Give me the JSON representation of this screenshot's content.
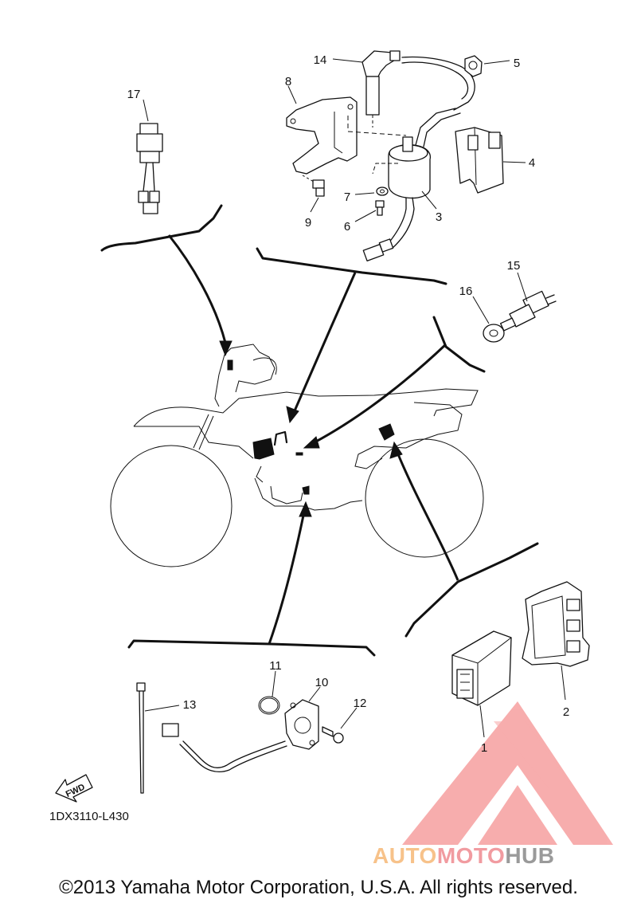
{
  "callouts": [
    "1",
    "2",
    "3",
    "4",
    "5",
    "6",
    "7",
    "8",
    "9",
    "10",
    "11",
    "12",
    "13",
    "14",
    "15",
    "16",
    "17"
  ],
  "diagram_code": "1DX3110-L430",
  "fwd_label": "FWD",
  "copyright": "©2013 Yamaha Motor Corporation, U.S.A. All rights reserved.",
  "watermark": {
    "part1": "AUTO",
    "part2": "MOTO",
    "part3": "HUB",
    "colors": {
      "auto": "#f7c28a",
      "moto": "#f19ba0",
      "hub": "#9a9a9a",
      "logo": "#f26b6b"
    }
  },
  "icons": [
    "ecu-icon",
    "bracket-icon",
    "ignition-coil-icon",
    "coil-cover-icon",
    "spark-plug-cap-icon",
    "sensor-icon",
    "cable-tie-icon",
    "fwd-arrow-icon",
    "switch-connector-icon"
  ]
}
